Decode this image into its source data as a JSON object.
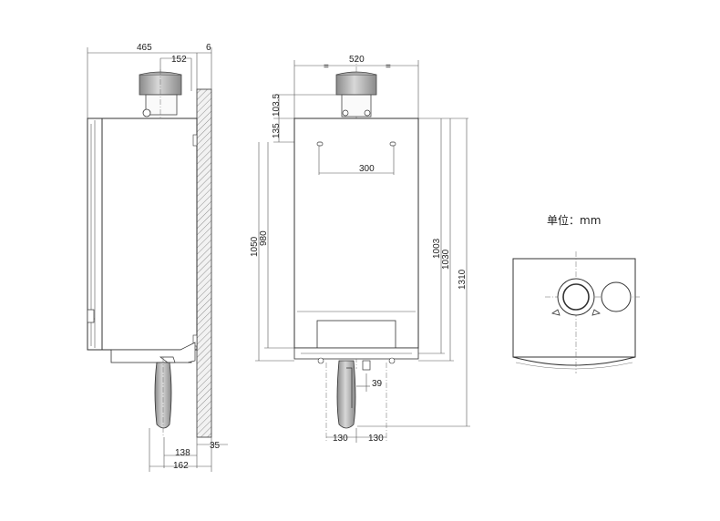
{
  "unit_label": "单位：mm",
  "side_view": {
    "dims": {
      "depth": "465",
      "flue_offset": "152",
      "wall_gap": "6",
      "bottom_pipe": "138",
      "bottom_total": "162",
      "wall_thickness": "35"
    }
  },
  "front_view": {
    "dims": {
      "width": "520",
      "top_a": "103.5",
      "top_b": "135",
      "hole_spacing": "300",
      "height_980": "980",
      "height_1050": "1050",
      "height_1003": "1003",
      "height_1030": "1030",
      "height_1310": "1310",
      "pipe_offset": "39",
      "bottom_left": "130",
      "bottom_right": "130"
    }
  }
}
